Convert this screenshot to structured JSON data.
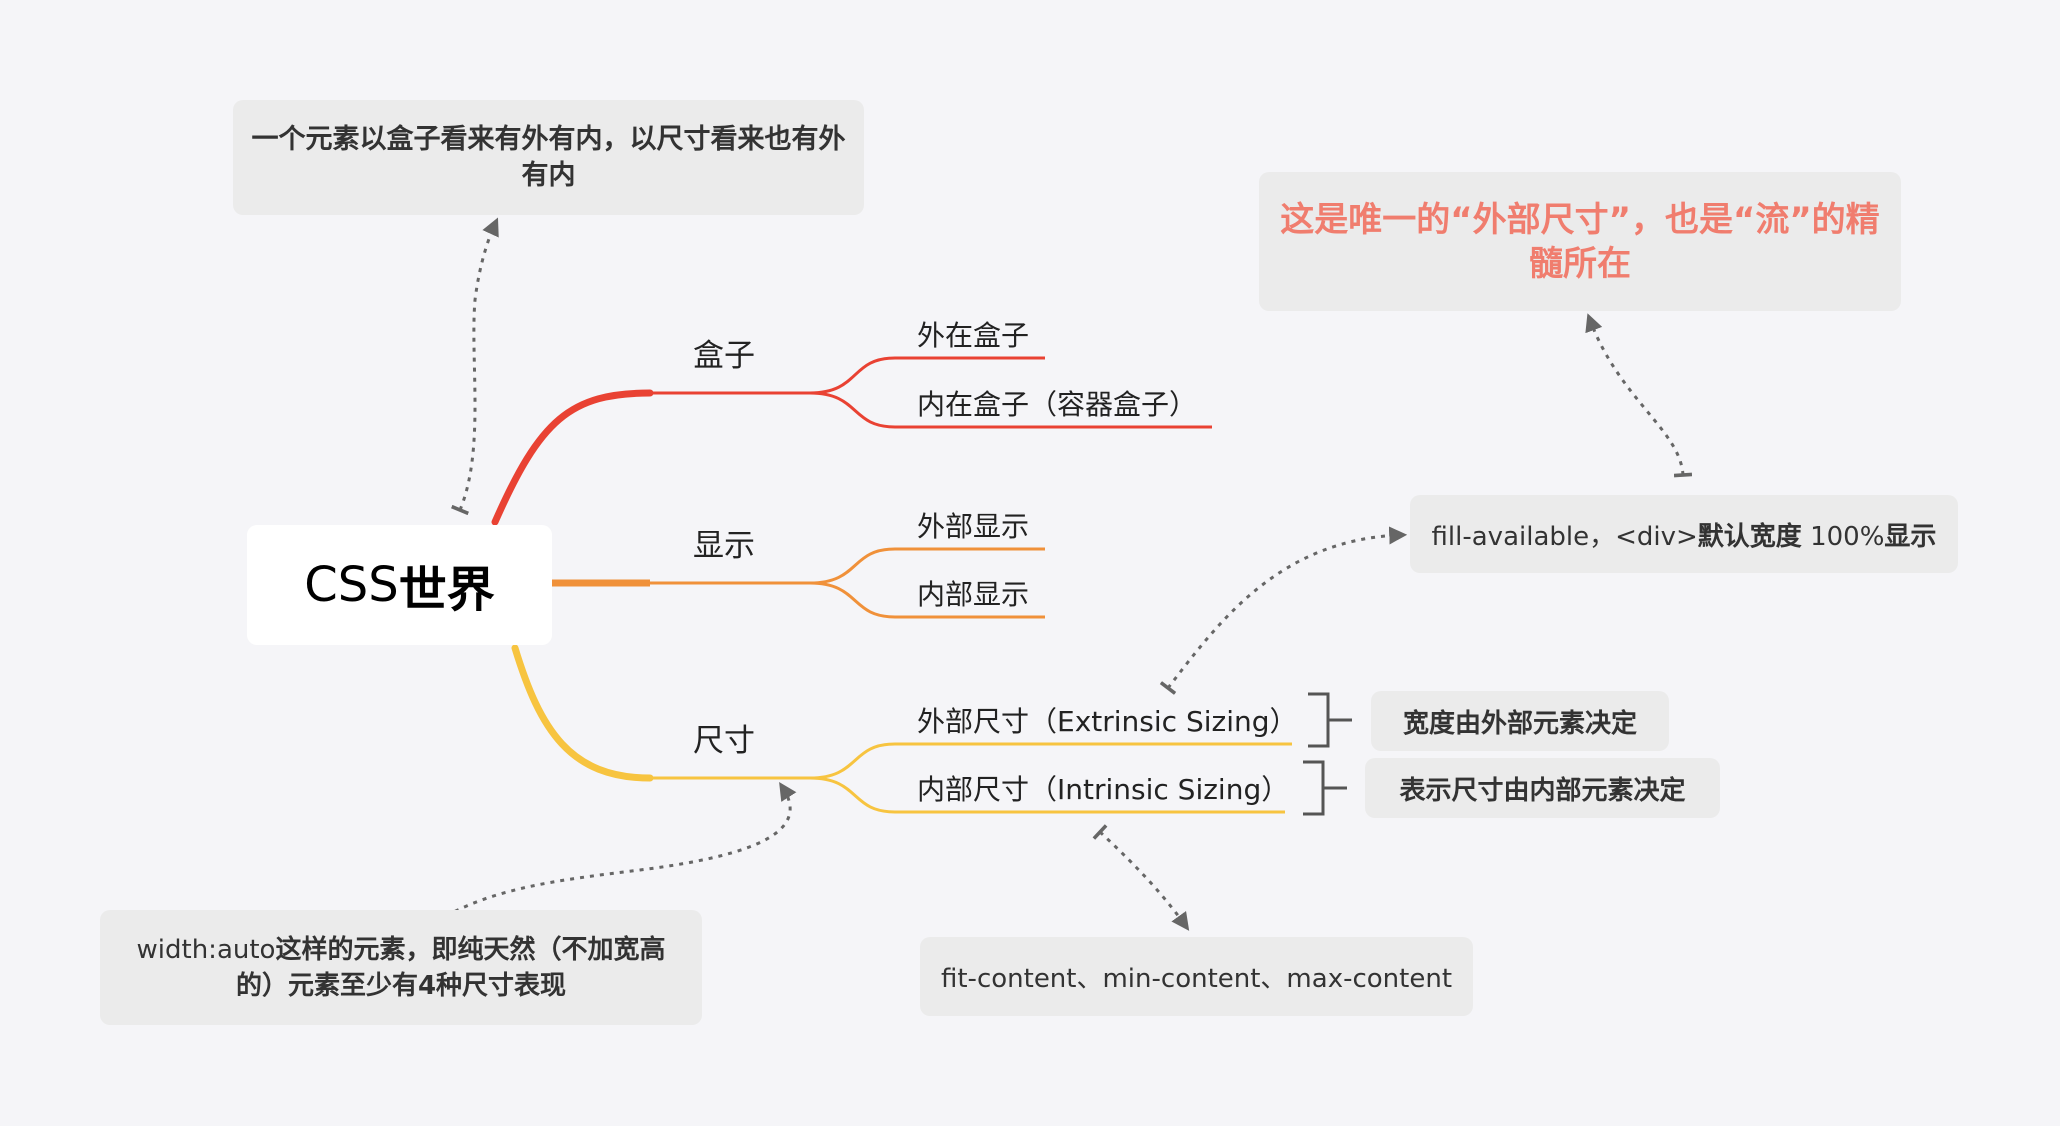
{
  "title": {
    "prefix": "CSS",
    "suffix": "世界"
  },
  "branches": [
    {
      "label": "盒子",
      "color": "#e94233",
      "children": [
        "外在盒子",
        "内在盒子（容器盒子）"
      ]
    },
    {
      "label": "显示",
      "color": "#f0913a",
      "children": [
        "外部显示",
        "内部显示"
      ]
    },
    {
      "label": "尺寸",
      "color": "#f7c440",
      "children": [
        "外部尺寸（Extrinsic Sizing）",
        "内部尺寸（Intrinsic Sizing）"
      ]
    }
  ],
  "notes": {
    "box_note": "一个元素以盒子看来有外有内，以尺寸看来也有外有内",
    "flow_note": "这是唯一的“外部尺寸”，也是“流”的精髓所在",
    "fill_available": {
      "text": "fill-available，<div>",
      "bold": "默认宽度",
      "text2": " 100%",
      "bold2": "显示"
    },
    "extrinsic_summary": "宽度由外部元素决定",
    "intrinsic_summary": "表示尺寸由内部元素决定",
    "width_auto": {
      "text": "width:auto",
      "bold": "这样的元素，即纯天然（不加宽高的）元素至少有",
      "num": "4",
      "bold2": "种尺寸表现"
    },
    "content_keywords": "fit-content、min-content、max-content"
  },
  "colors": {
    "accent_note": "#f07d6e",
    "note_bg": "#ebebeb",
    "dotted": "#666666"
  }
}
